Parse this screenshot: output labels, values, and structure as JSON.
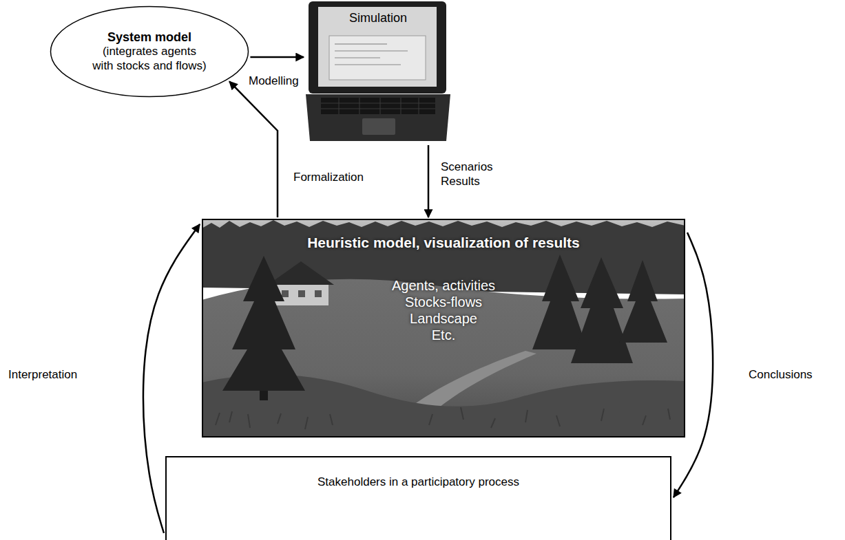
{
  "diagram": {
    "nodes": [
      {
        "text": [
          "System model",
          "(integrates agents with stocks and flows)"
        ]
      },
      {
        "text": [
          "Simulation"
        ]
      },
      {
        "text": [
          "Heuristic model, visualization of results",
          "Agents, activities",
          "Stocks-flows",
          "Landscape",
          "Etc."
        ]
      },
      {
        "text": [
          "Stakeholders in a participatory process"
        ]
      }
    ],
    "edges": [
      {
        "from": 0,
        "to": 1,
        "label": "Modelling",
        "arrow": "to"
      },
      {
        "from": 1,
        "to": 2,
        "label": "Scenarios Results",
        "arrow": "to"
      },
      {
        "from": 2,
        "to": 0,
        "label": "Formalization",
        "arrow": "to"
      },
      {
        "from": 2,
        "to": 3,
        "label": "Conclusions",
        "arrow": "to"
      },
      {
        "from": 3,
        "to": 2,
        "label": "Interpretation",
        "arrow": "to"
      }
    ]
  }
}
